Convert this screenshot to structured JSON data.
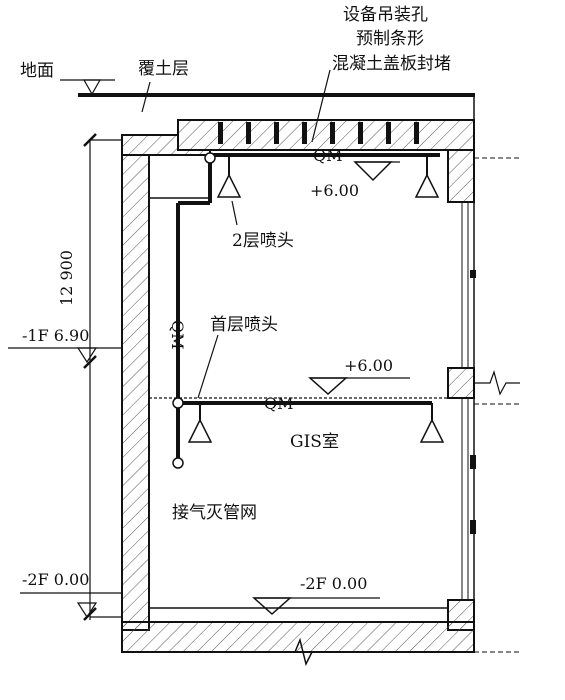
{
  "labels": {
    "ground": "地面",
    "soil_cover": "覆土层",
    "hoist_hole_line1": "设备吊装孔",
    "hoist_hole_line2": "预制条形",
    "hoist_hole_line3": "混凝土盖板封堵",
    "level_top": "+6.00",
    "level_mid": "+6.00",
    "level_bottom_right": "-2F 0.00",
    "nozzle_2f": "2层喷头",
    "nozzle_1f": "首层喷头",
    "gis_room": "GIS室",
    "pipe_network": "接气灭管网",
    "pipe_code_h1": "QM",
    "pipe_code_v": "QM",
    "pipe_code_h2": "QM",
    "dim_height": "12 900",
    "level_minus1f": "-1F 6.90",
    "level_minus2f": "-2F 0.00"
  },
  "colors": {
    "line": "#111111",
    "hatch": "#444444"
  }
}
